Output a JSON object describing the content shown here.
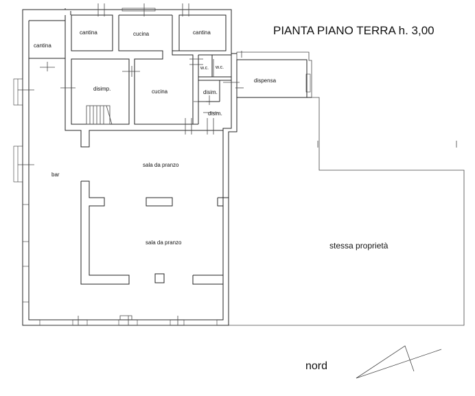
{
  "title": "PIANTA PIANO TERRA h. 3,00",
  "rooms": {
    "cantina_1": "cantina",
    "cantina_2": "cantina",
    "cantina_3": "cantina",
    "cucina_1": "cucina",
    "cucina_2": "cucina",
    "disimp": "disimp.",
    "wc_1": "w.c.",
    "wc_2": "w.c.",
    "disim_1": "disim.",
    "disim_2": "disim.",
    "dispensa": "dispensa",
    "bar": "bar",
    "sala_1": "sala da pranzo",
    "sala_2": "sala da pranzo",
    "stessa": "stessa proprietà"
  },
  "north_label": "nord"
}
